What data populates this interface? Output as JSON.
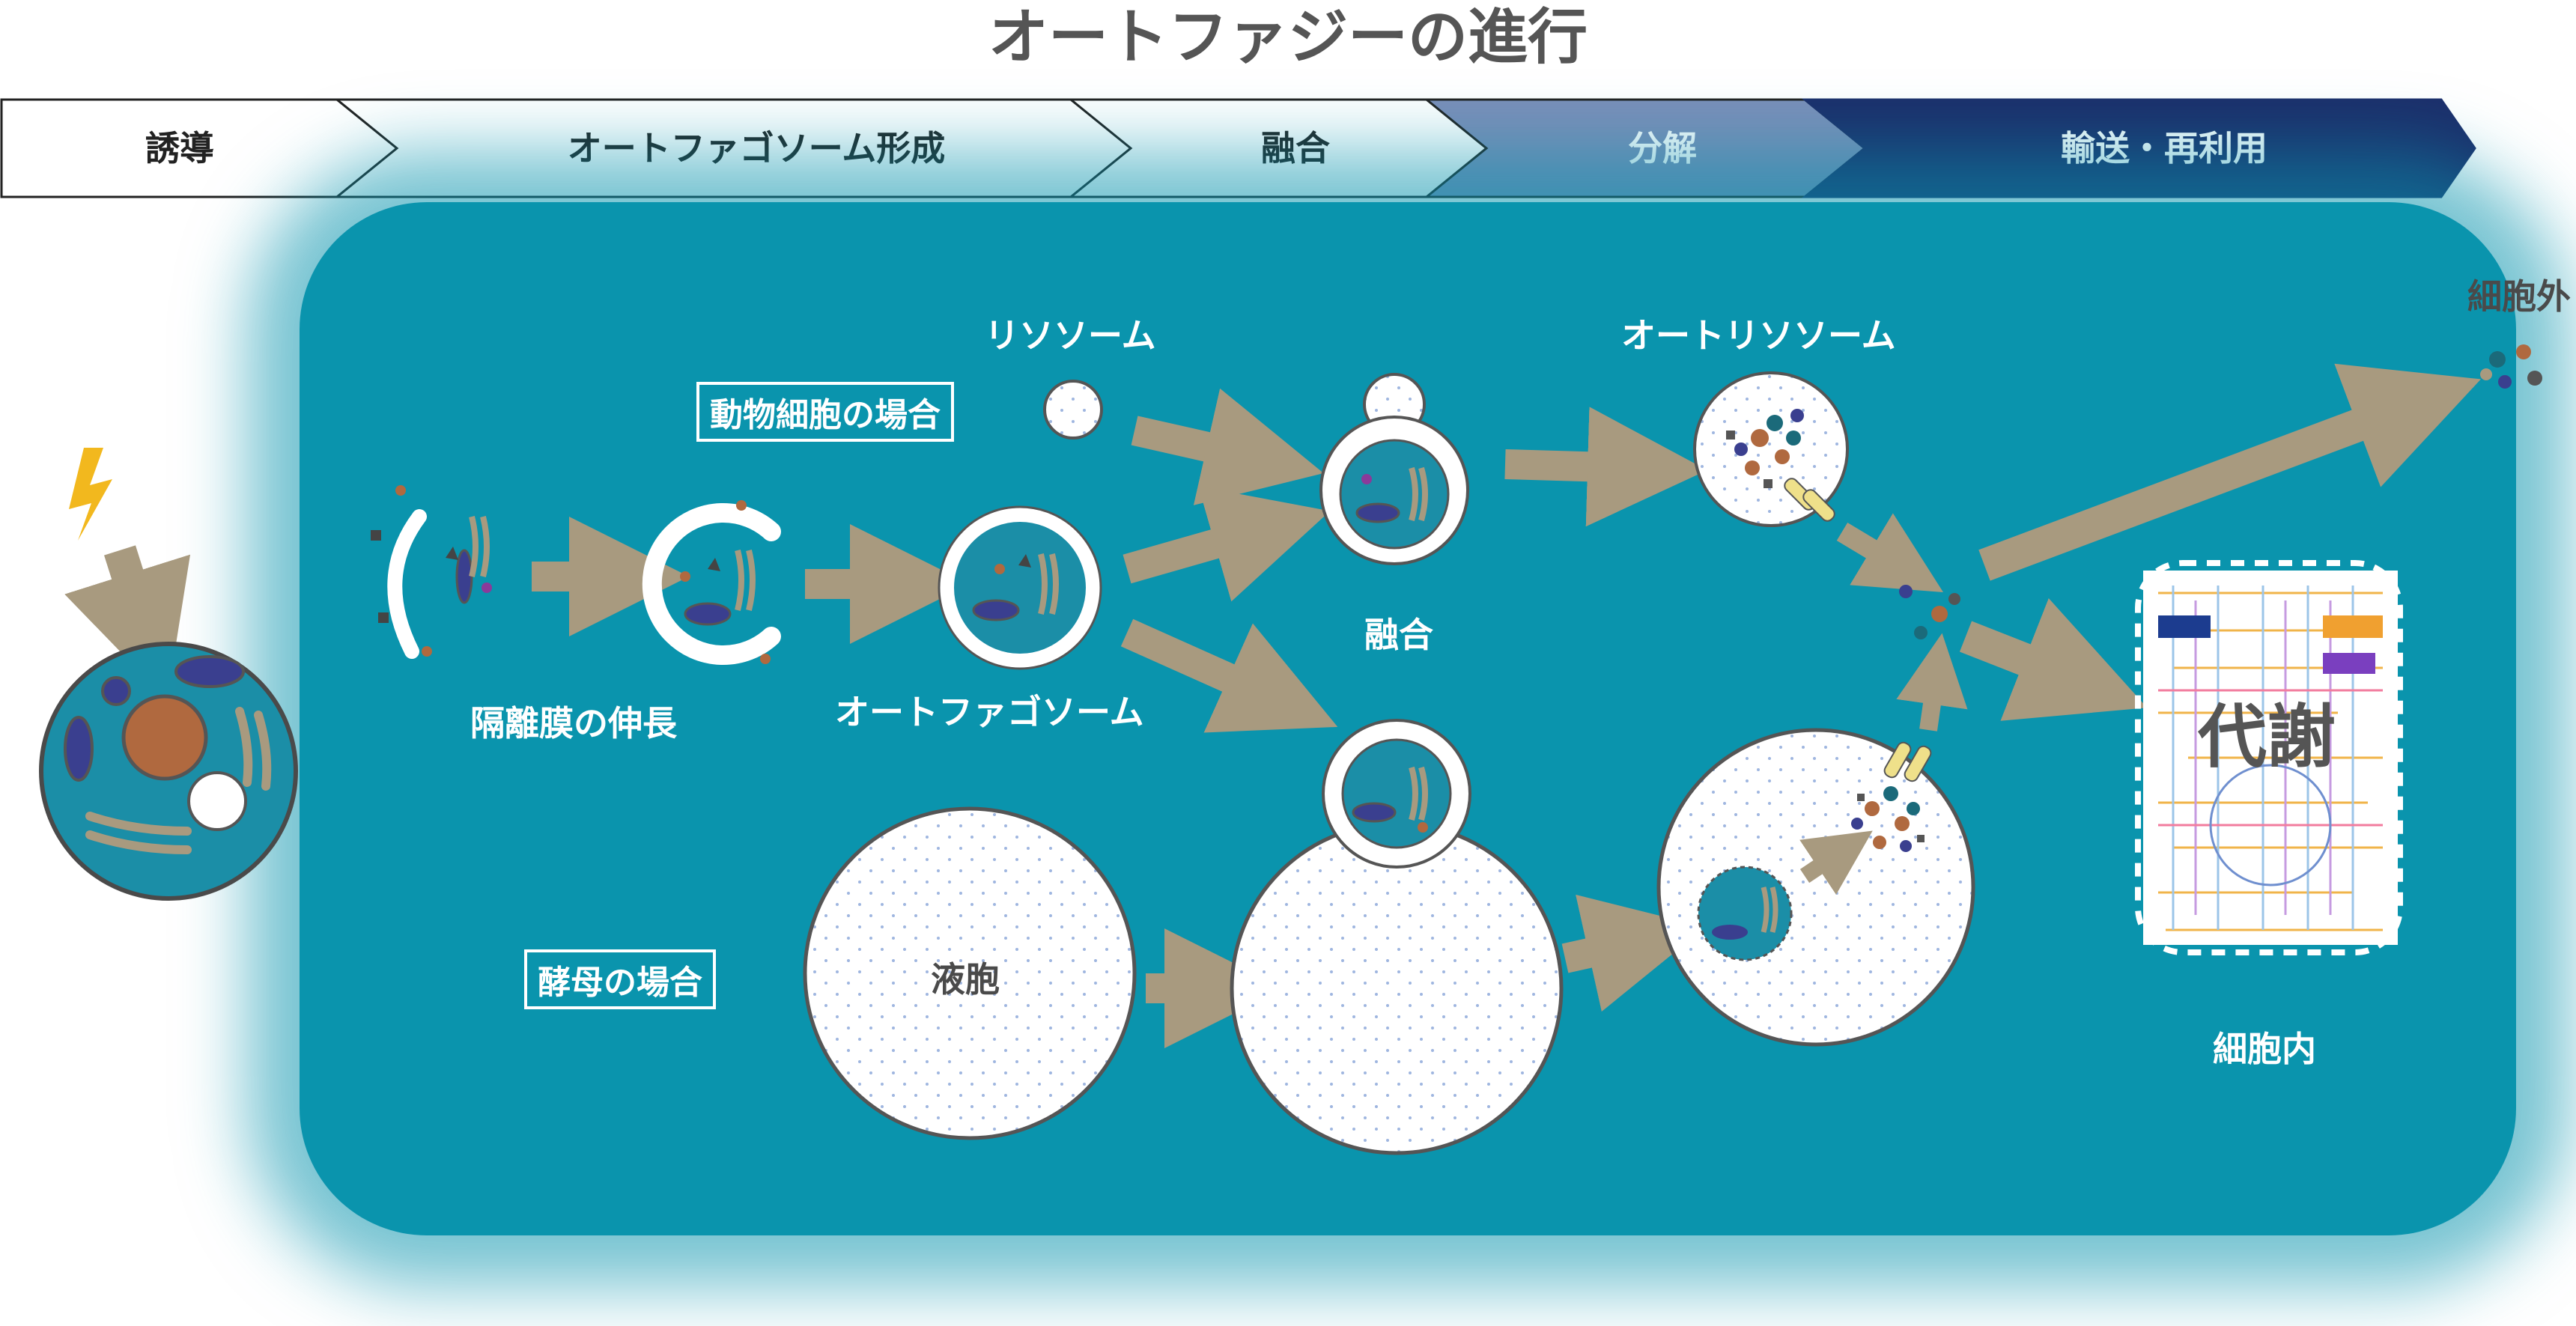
{
  "title": "オートファジーの進行",
  "stages": [
    {
      "label": "誘導",
      "fill": "#ffffff",
      "text_color": "#222222"
    },
    {
      "label": "オートファゴソーム形成",
      "fill": "#ffffff",
      "text_color": "#222222"
    },
    {
      "label": "融合",
      "fill": "#ffffff",
      "text_color": "#222222"
    },
    {
      "label": "分解",
      "fill": "#7b8fb9",
      "text_color": "#ffffff"
    },
    {
      "label": "輸送・再利用",
      "fill": "#1c2f6b",
      "text_color": "#ffffff"
    }
  ],
  "labels": {
    "isolation_membrane": "隔離膜の伸長",
    "autophagosome": "オートファゴソーム",
    "lysosome": "リソソーム",
    "fusion": "融合",
    "autolysosome": "オートリソソーム",
    "animal_case": "動物細胞の場合",
    "yeast_case": "酵母の場合",
    "vacuole": "液胞",
    "extracellular": "細胞外",
    "intracellular": "細胞内",
    "metabolism": "代謝"
  },
  "colors": {
    "background_panel": "#0a94ad",
    "arrow": "#a89a7f",
    "stage_light": "#7b8fb9",
    "stage_dark": "#1c2f6b",
    "cell_fill": "#1b8ea7",
    "nucleus": "#b0693f",
    "mitochondria": "#3a3f8f",
    "golgi": "#a89a7f",
    "lightning": "#f2b81e",
    "transporter": "#efe08a"
  },
  "icons": [
    "lightning-icon",
    "cell-icon",
    "mitochondria-icon",
    "golgi-icon",
    "nucleus-icon",
    "transporter-icon"
  ]
}
